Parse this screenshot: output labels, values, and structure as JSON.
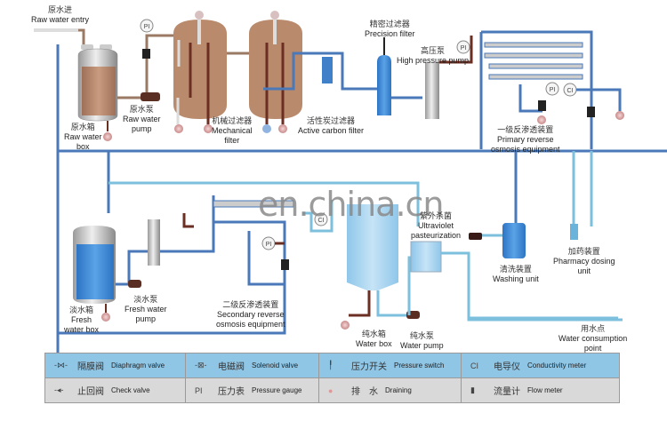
{
  "labels": {
    "raw_water_entry": {
      "cn": "原水进",
      "en": "Raw water entry"
    },
    "raw_water_box": {
      "cn": "原水箱",
      "en1": "Raw water",
      "en2": "box"
    },
    "raw_water_pump": {
      "cn": "原水泵",
      "en1": "Raw water",
      "en2": "pump"
    },
    "mechanical_filter": {
      "cn": "机械过滤器",
      "en1": "Mechanical",
      "en2": "filter"
    },
    "active_carbon_filter": {
      "cn": "活性炭过滤器",
      "en": "Active carbon filter"
    },
    "precision_filter": {
      "cn": "精密过滤器",
      "en": "Precision filter"
    },
    "high_pressure_pump": {
      "cn": "高压泵",
      "en": "High pressure pump"
    },
    "primary_ro": {
      "cn": "一级反渗透装置",
      "en1": "Primary reverse",
      "en2": "osmosis equipment"
    },
    "fresh_water_box": {
      "cn": "淡水箱",
      "en1": "Fresh",
      "en2": "water box"
    },
    "fresh_water_pump": {
      "cn": "淡水泵",
      "en1": "Fresh water",
      "en2": "pump"
    },
    "secondary_ro": {
      "cn": "二级反渗透装置",
      "en1": "Secondary reverse",
      "en2": "osmosis equipment"
    },
    "uv_pasteurization": {
      "cn": "紫外杀菌",
      "en1": "Ultraviolet",
      "en2": "pasteurization"
    },
    "water_box": {
      "cn": "纯水箱",
      "en": "Water box"
    },
    "water_pump": {
      "cn": "纯水泵",
      "en": "Water pump"
    },
    "washing_unit": {
      "cn": "清洗装置",
      "en": "Washing unit"
    },
    "pharmacy_dosing": {
      "cn": "加药装置",
      "en1": "Pharmacy dosing",
      "en2": "unit"
    },
    "water_consumption": {
      "cn": "用水点",
      "en1": "Water consumption",
      "en2": "point"
    }
  },
  "instrument_tags": {
    "pressure_gauge": "PI",
    "conductivity": "CI"
  },
  "watermark": "en.china.cn",
  "legend": [
    [
      {
        "symbol": "-⋈-",
        "cn": "隔膜阀",
        "en": "Diaphragm valve"
      },
      {
        "symbol": "-⊠-",
        "cn": "电磁阀",
        "en": "Solenoid valve"
      },
      {
        "symbol": "╿",
        "cn": "压力开关",
        "en": "Pressure switch"
      },
      {
        "symbol": "CI",
        "cn": "电导仪",
        "en": "Conductivity meter"
      }
    ],
    [
      {
        "symbol": "-◂-",
        "cn": "止回阀",
        "en": "Check valve"
      },
      {
        "symbol": "PI",
        "cn": "压力表",
        "en": "Pressure gauge"
      },
      {
        "symbol": "●",
        "cn": "排　水",
        "en": "Draining"
      },
      {
        "symbol": "▮",
        "cn": "流量计",
        "en": "Flow meter"
      }
    ]
  ],
  "colors": {
    "raw_pipe": "#9a6a4c",
    "drain_pipe": "#6b2e22",
    "ro_pipe": "#4a78b8",
    "pure_pipe": "#7cc0de",
    "filter_body": "#b98a6c"
  }
}
